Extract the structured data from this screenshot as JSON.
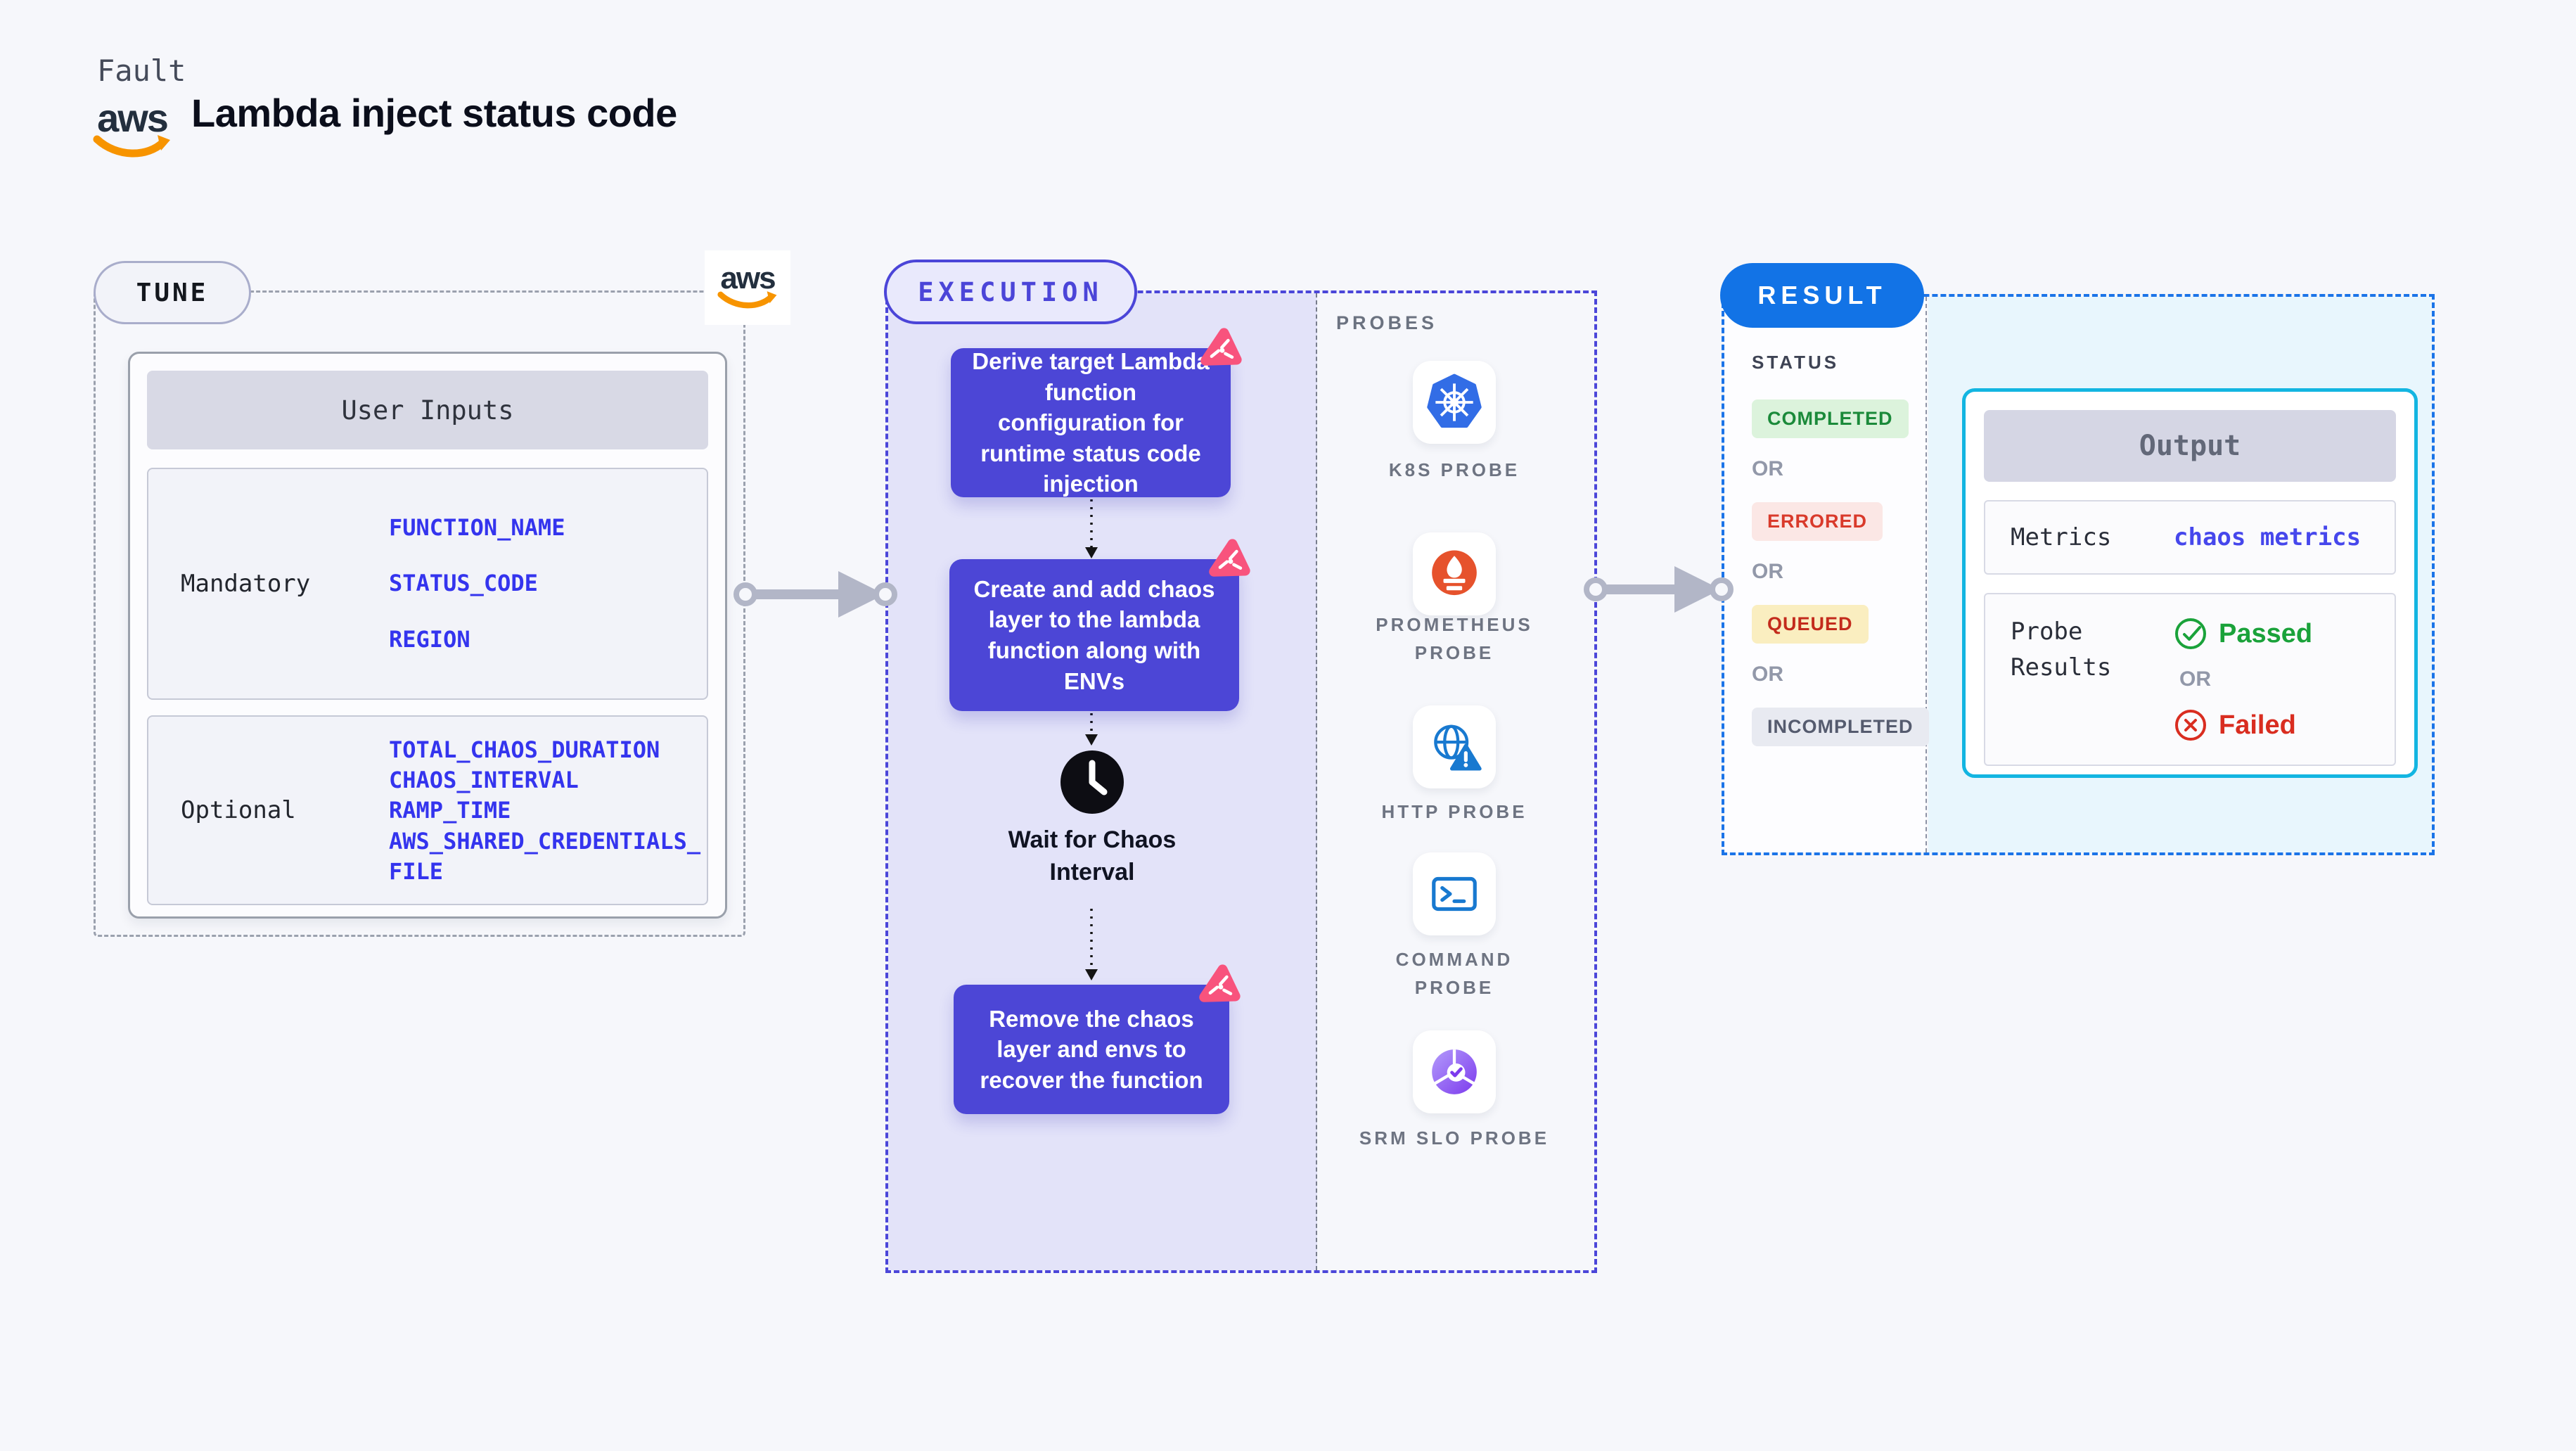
{
  "header": {
    "eyebrow": "Fault",
    "title": "Lambda inject status code"
  },
  "aws_logo": {
    "text": "aws"
  },
  "tune": {
    "badge": "TUNE",
    "user_inputs": {
      "title": "User Inputs",
      "rows": [
        {
          "label": "Mandatory",
          "params": [
            "FUNCTION_NAME",
            "STATUS_CODE",
            "REGION"
          ]
        },
        {
          "label": "Optional",
          "params": [
            "TOTAL_CHAOS_DURATION",
            "CHAOS_INTERVAL",
            "RAMP_TIME",
            "AWS_SHARED_CREDENTIALS_FILE"
          ]
        }
      ]
    }
  },
  "execution": {
    "badge": "EXECUTION",
    "steps": [
      "Derive target Lambda function configuration for runtime status code injection",
      "Create and add chaos layer to the lambda function along with ENVs",
      "Remove the chaos layer and envs to recover the function"
    ],
    "wait_label": "Wait for Chaos Interval"
  },
  "probes": {
    "title": "PROBES",
    "items": [
      {
        "label": "K8S PROBE",
        "icon": "kubernetes-icon"
      },
      {
        "label": "PROMETHEUS PROBE",
        "icon": "prometheus-icon"
      },
      {
        "label": "HTTP PROBE",
        "icon": "http-globe-icon"
      },
      {
        "label": "COMMAND PROBE",
        "icon": "terminal-icon"
      },
      {
        "label": "SRM SLO PROBE",
        "icon": "srm-slo-icon"
      }
    ]
  },
  "result": {
    "badge": "RESULT",
    "status_title": "STATUS",
    "or_label": "OR",
    "statuses": [
      {
        "label": "COMPLETED",
        "state": "completed"
      },
      {
        "label": "ERRORED",
        "state": "errored"
      },
      {
        "label": "QUEUED",
        "state": "queued"
      },
      {
        "label": "INCOMPLETED",
        "state": "incompleted"
      }
    ],
    "output": {
      "title": "Output",
      "metrics_label": "Metrics",
      "metrics_value": "chaos metrics",
      "probe_results_label": "Probe Results",
      "passed_label": "Passed",
      "failed_label": "Failed"
    }
  },
  "colors": {
    "indigo": "#4c46d6",
    "result_blue": "#1273e6",
    "output_cyan": "#13b5e1",
    "param_blue": "#3434ee",
    "passed_green": "#1aa23a",
    "failed_red": "#d92d20",
    "litmus_pink": "#f8537d",
    "aws_orange": "#f79400",
    "flow_lavender": "#e3e3f9"
  }
}
